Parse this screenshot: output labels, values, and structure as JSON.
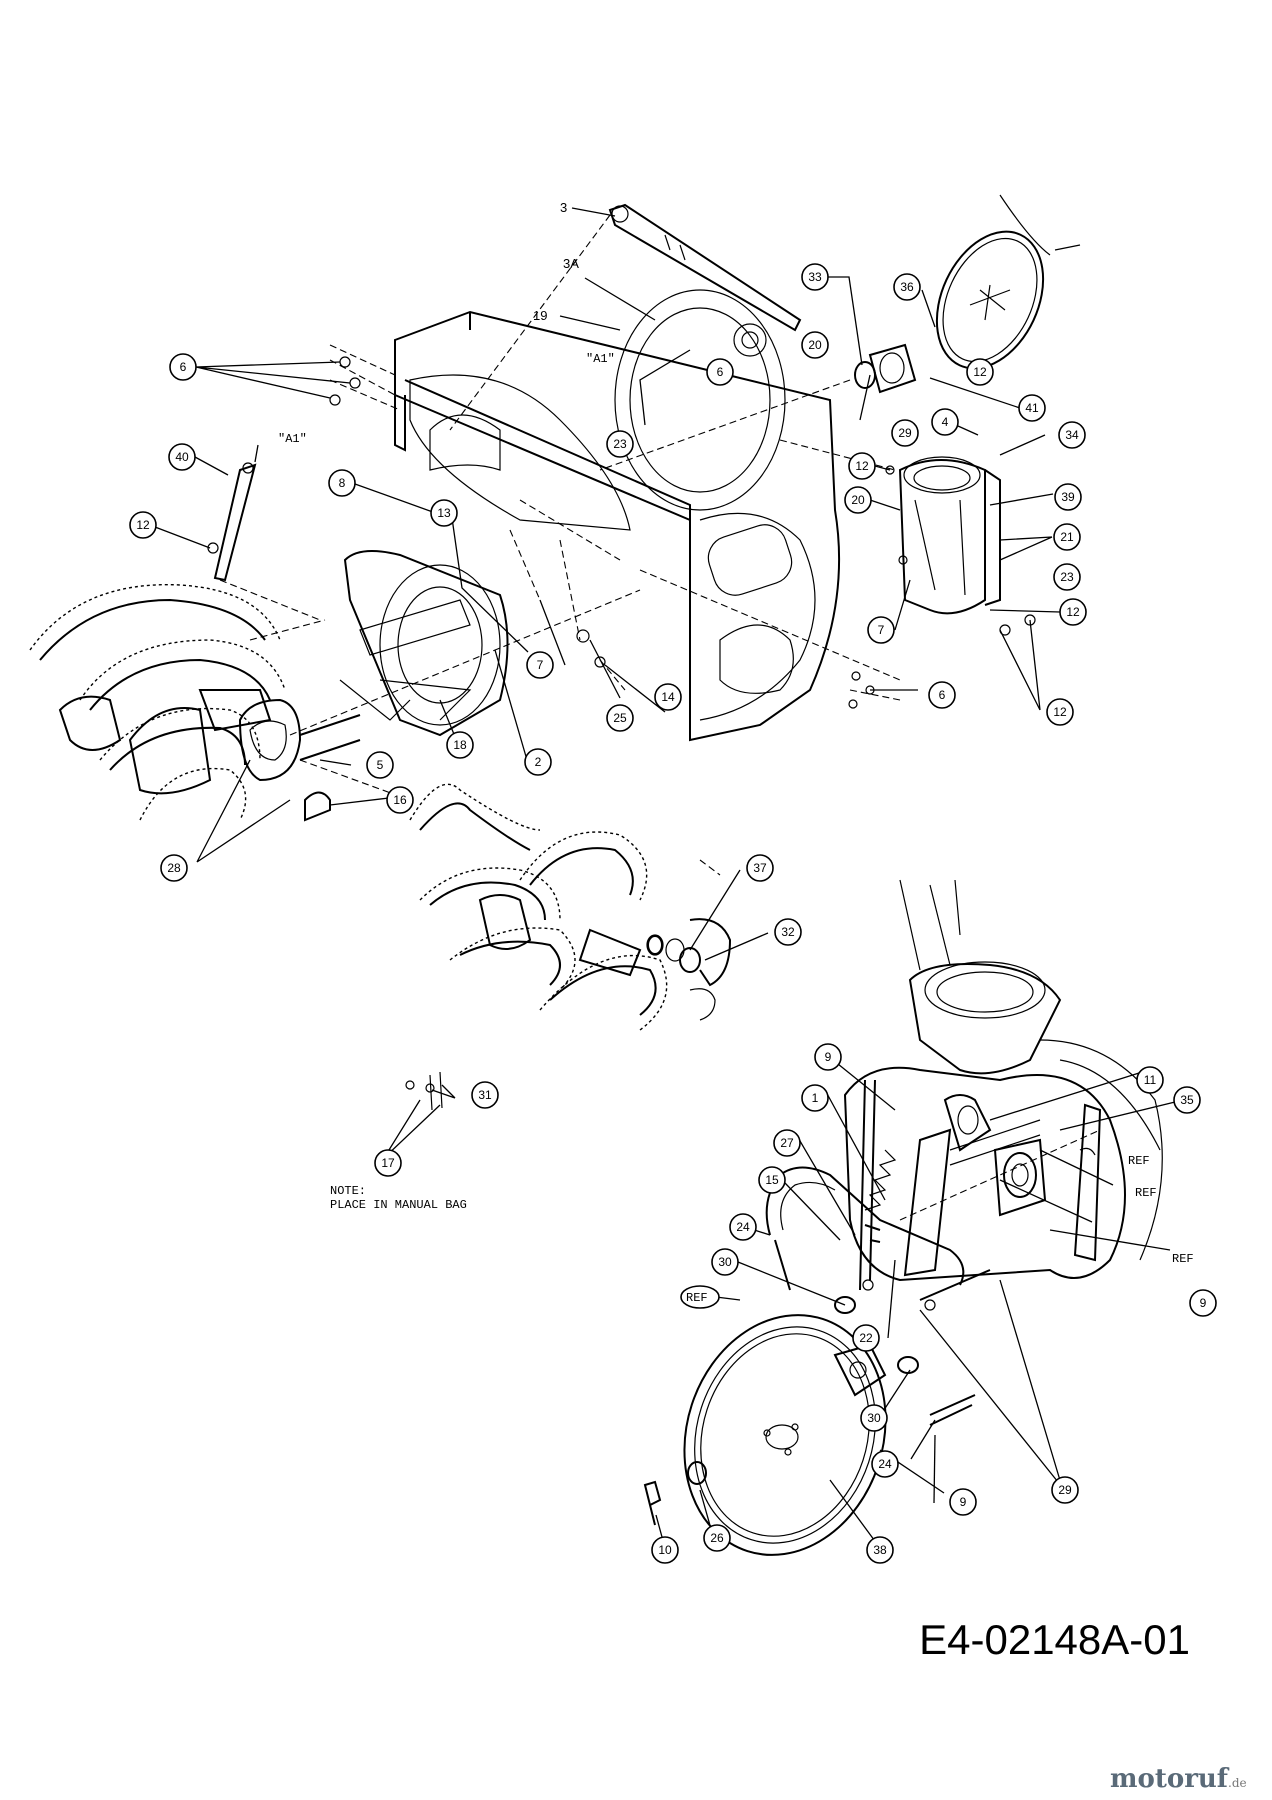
{
  "callouts": {
    "c3": "3",
    "c3a": "3A",
    "c19": "19",
    "c6a": "6",
    "c6b": "6",
    "c6c": "6",
    "c40": "40",
    "c12a": "12",
    "c8": "8",
    "c13": "13",
    "c23a": "23",
    "c20a": "20",
    "c33": "33",
    "c36": "36",
    "c12b": "12",
    "c41": "41",
    "c29a": "29",
    "c4": "4",
    "c34": "34",
    "c12c": "12",
    "c20b": "20",
    "c39": "39",
    "c21": "21",
    "c23b": "23",
    "c12d": "12",
    "c7a": "7",
    "c7b": "7",
    "c12e": "12",
    "c25": "25",
    "c14": "14",
    "c18": "18",
    "c2": "2",
    "c5": "5",
    "c16": "16",
    "c28": "28",
    "c37": "37",
    "c32": "32",
    "c31": "31",
    "c17": "17",
    "c9a": "9",
    "c1": "1",
    "c11": "11",
    "c35": "35",
    "c27": "27",
    "c15": "15",
    "c24a": "24",
    "c30a": "30",
    "c22": "22",
    "c9b": "9",
    "c30b": "30",
    "c24b": "24",
    "c29b": "29",
    "c9c": "9",
    "c10": "10",
    "c26": "26",
    "c38": "38"
  },
  "ref_labels": {
    "ref1": "REF",
    "ref2": "REF",
    "ref3": "REF",
    "ref4": "REF"
  },
  "tags": {
    "a1_top": "\"A1\"",
    "a1_left": "\"A1\""
  },
  "note": "NOTE:\nPLACE IN MANUAL BAG",
  "drawing_number": "E4-02148A-01",
  "watermark": {
    "brand": "motoruf",
    "tld": ".de"
  }
}
